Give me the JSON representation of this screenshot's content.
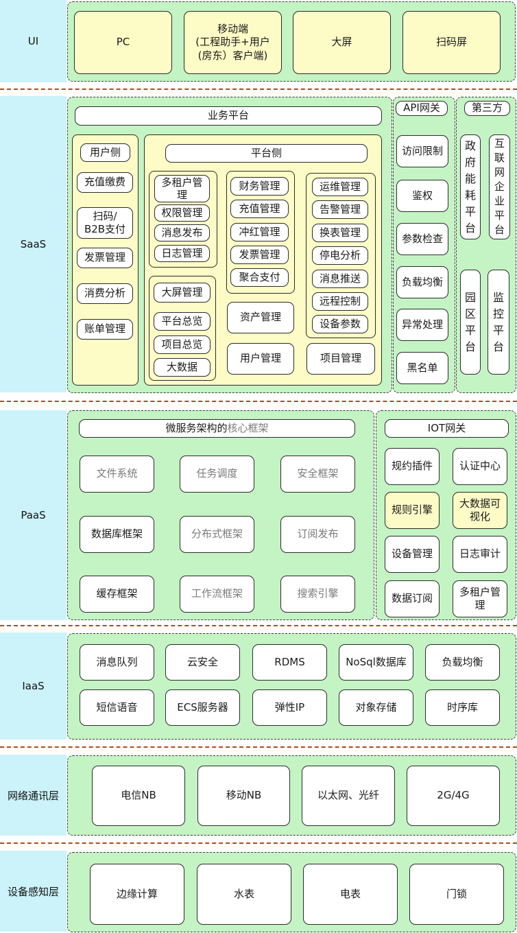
{
  "layers": {
    "ui": "UI",
    "saas": "SaaS",
    "paas": "PaaS",
    "iaas": "IaaS",
    "network": "网络通讯层",
    "device": "设备感知层"
  },
  "ui": {
    "pc": "PC",
    "mobile": "移动端\n(工程助手+用户\n(房东）客户端)",
    "bigscreen": "大屏",
    "scan": "扫码屏"
  },
  "saas": {
    "biz_platform": "业务平台",
    "user_side": {
      "title": "用户侧",
      "items": [
        "充值缴费",
        "扫码/\nB2B支付",
        "发票管理",
        "消费分析",
        "账单管理"
      ]
    },
    "platform_side": {
      "title": "平台侧",
      "group_a": [
        "多租户管\n理",
        "权限管理",
        "消息发布",
        "日志管理"
      ],
      "group_b": [
        "大屏管理",
        "平台总览",
        "项目总览",
        "大数据"
      ],
      "group_c": [
        "财务管理",
        "充值管理",
        "冲红管理",
        "发票管理",
        "聚合支付"
      ],
      "asset": "资产管理",
      "user_mgmt": "用户管理",
      "group_d": [
        "运维管理",
        "告警管理",
        "换表管理",
        "停电分析",
        "消息推送",
        "远程控制",
        "设备参数"
      ],
      "project_mgmt": "项目管理"
    },
    "api_gateway": {
      "title": "API网关",
      "items": [
        "访问限制",
        "鉴权",
        "参数检查",
        "负载均衡",
        "异常处理",
        "黑名单"
      ]
    },
    "third_party": {
      "title": "第三方",
      "items": [
        "政\n府\n能\n耗\n平\n台",
        "互\n联\n网\n企\n业\n平\n台",
        "园\n区\n平\n台",
        "监\n控\n平\n台"
      ]
    }
  },
  "paas": {
    "core_title_a": "微服务架构的",
    "core_title_b": "核心框架",
    "modules": [
      "文件系统",
      "任务调度",
      "安全框架",
      "数据库框架",
      "分布式框架",
      "订阅发布",
      "缓存框架",
      "工作流框架",
      "搜索引擎"
    ],
    "iot_gateway": {
      "title": "IOT网关",
      "items": [
        "规约插件",
        "认证中心",
        "规则引擎",
        "大数据可\n视化",
        "设备管理",
        "日志审计",
        "数据订阅",
        "多租户管\n理"
      ]
    }
  },
  "iaas": {
    "items": [
      "消息队列",
      "云安全",
      "RDMS",
      "NoSql数据库",
      "负载均衡",
      "短信语音",
      "ECS服务器",
      "弹性IP",
      "对象存储",
      "时序库"
    ]
  },
  "network": {
    "items": [
      "电信NB",
      "移动NB",
      "以太网、光纤",
      "2G/4G"
    ]
  },
  "device": {
    "items": [
      "边缘计算",
      "水表",
      "电表",
      "门锁"
    ]
  },
  "colors": {
    "layer_label": "#ccf2fa",
    "zone": "#c4f3c4",
    "card_yellow": "#fdfbc6",
    "separator": "#b04a16"
  }
}
